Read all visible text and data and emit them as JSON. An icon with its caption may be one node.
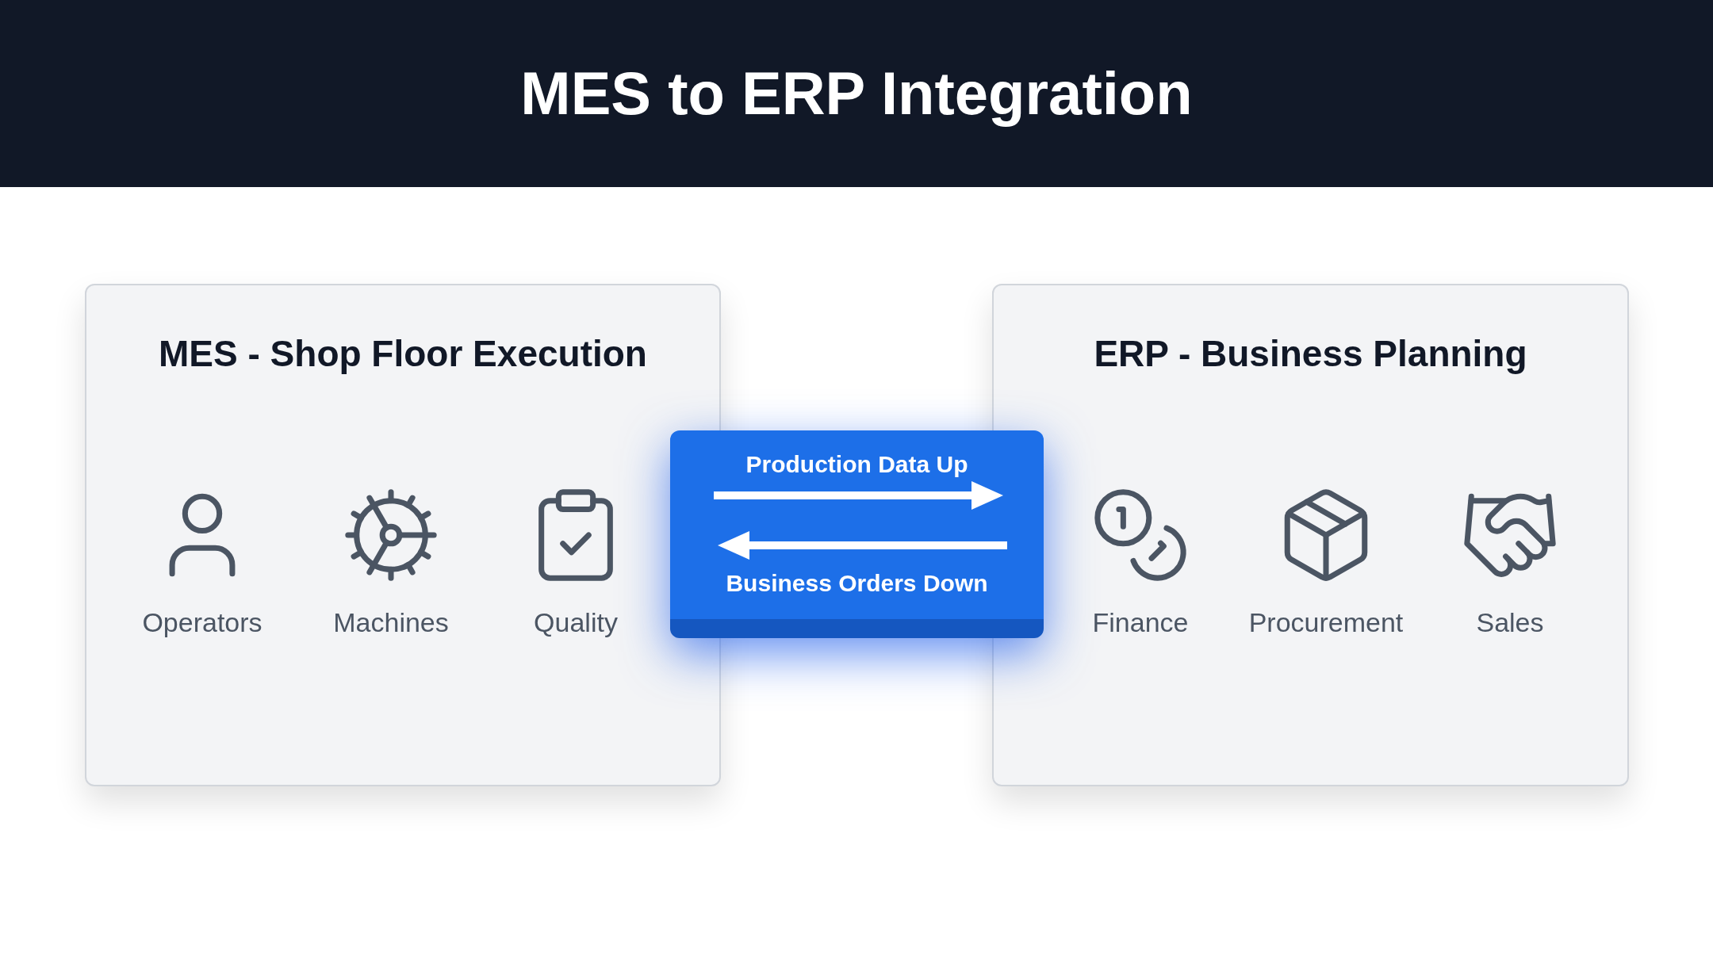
{
  "diagram": {
    "title": "MES to ERP Integration",
    "nodes": [
      {
        "text": [
          "MES - Shop Floor Execution"
        ]
      },
      {
        "text": [
          "Operators"
        ],
        "in": 0
      },
      {
        "text": [
          "Machines"
        ],
        "in": 0
      },
      {
        "text": [
          "Quality"
        ],
        "in": 0
      },
      {
        "text": [
          "Production Data Up",
          "Business Orders Down"
        ]
      },
      {
        "text": [
          "ERP - Business Planning"
        ]
      },
      {
        "text": [
          "Finance"
        ],
        "in": 5
      },
      {
        "text": [
          "Procurement"
        ],
        "in": 5
      },
      {
        "text": [
          "Sales"
        ],
        "in": 5
      }
    ]
  }
}
